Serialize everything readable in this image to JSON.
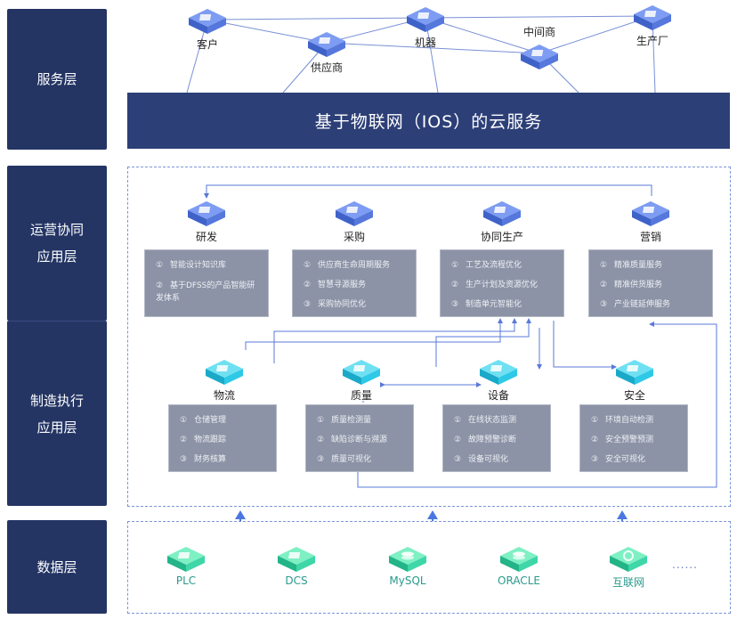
{
  "layers": {
    "service": "服务层",
    "operations": "运营协同\n应用层",
    "manufacturing": "制造执行\n应用层",
    "data": "数据层"
  },
  "banner": "基于物联网（IOS）的云服务",
  "service_nodes": {
    "customer": "客户",
    "supplier": "供应商",
    "machine": "机器",
    "middleman": "中间商",
    "factory": "生产厂"
  },
  "operations": {
    "rd": {
      "label": "研发",
      "items": [
        {
          "n": "①",
          "text": "智能设计知识库"
        },
        {
          "n": "②",
          "text": "基于DFSS的产品智能研发体系"
        }
      ]
    },
    "purchase": {
      "label": "采购",
      "items": [
        {
          "n": "①",
          "text": "供应商生命周期服务"
        },
        {
          "n": "②",
          "text": "智慧寻源服务"
        },
        {
          "n": "③",
          "text": "采购协同优化"
        }
      ]
    },
    "production": {
      "label": "协同生产",
      "items": [
        {
          "n": "①",
          "text": "工艺及流程优化"
        },
        {
          "n": "②",
          "text": "生产计划及资源优化"
        },
        {
          "n": "③",
          "text": "制造单元智能化"
        }
      ]
    },
    "marketing": {
      "label": "营销",
      "items": [
        {
          "n": "①",
          "text": "精准质量服务"
        },
        {
          "n": "②",
          "text": "精准供货服务"
        },
        {
          "n": "③",
          "text": "产业链延伸服务"
        }
      ]
    }
  },
  "manufacturing": {
    "logistics": {
      "label": "物流",
      "items": [
        {
          "n": "①",
          "text": "仓储管理"
        },
        {
          "n": "②",
          "text": "物流跟踪"
        },
        {
          "n": "③",
          "text": "财务核算"
        }
      ]
    },
    "quality": {
      "label": "质量",
      "items": [
        {
          "n": "①",
          "text": "质量检测量"
        },
        {
          "n": "②",
          "text": "缺陷诊断与溯源"
        },
        {
          "n": "③",
          "text": "质量可视化"
        }
      ]
    },
    "equipment": {
      "label": "设备",
      "items": [
        {
          "n": "①",
          "text": "在线状态监测"
        },
        {
          "n": "②",
          "text": "故障预警诊断"
        },
        {
          "n": "③",
          "text": "设备可视化"
        }
      ]
    },
    "safety": {
      "label": "安全",
      "items": [
        {
          "n": "①",
          "text": "环境自动检测"
        },
        {
          "n": "②",
          "text": "安全预警预测"
        },
        {
          "n": "③",
          "text": "安全可视化"
        }
      ]
    }
  },
  "data_sources": {
    "plc": "PLC",
    "dcs": "DCS",
    "mysql": "MySQL",
    "oracle": "ORACLE",
    "internet": "互联网",
    "more": "......"
  },
  "colors": {
    "layer_bg": "#243564",
    "banner_bg": "#2c3f77",
    "blue_cube": "#5a7ee6",
    "cyan_cube": "#2ec9e6",
    "green_cube": "#3fd6a8",
    "box_bg": "#8c93a6",
    "line": "#5a79d8"
  }
}
